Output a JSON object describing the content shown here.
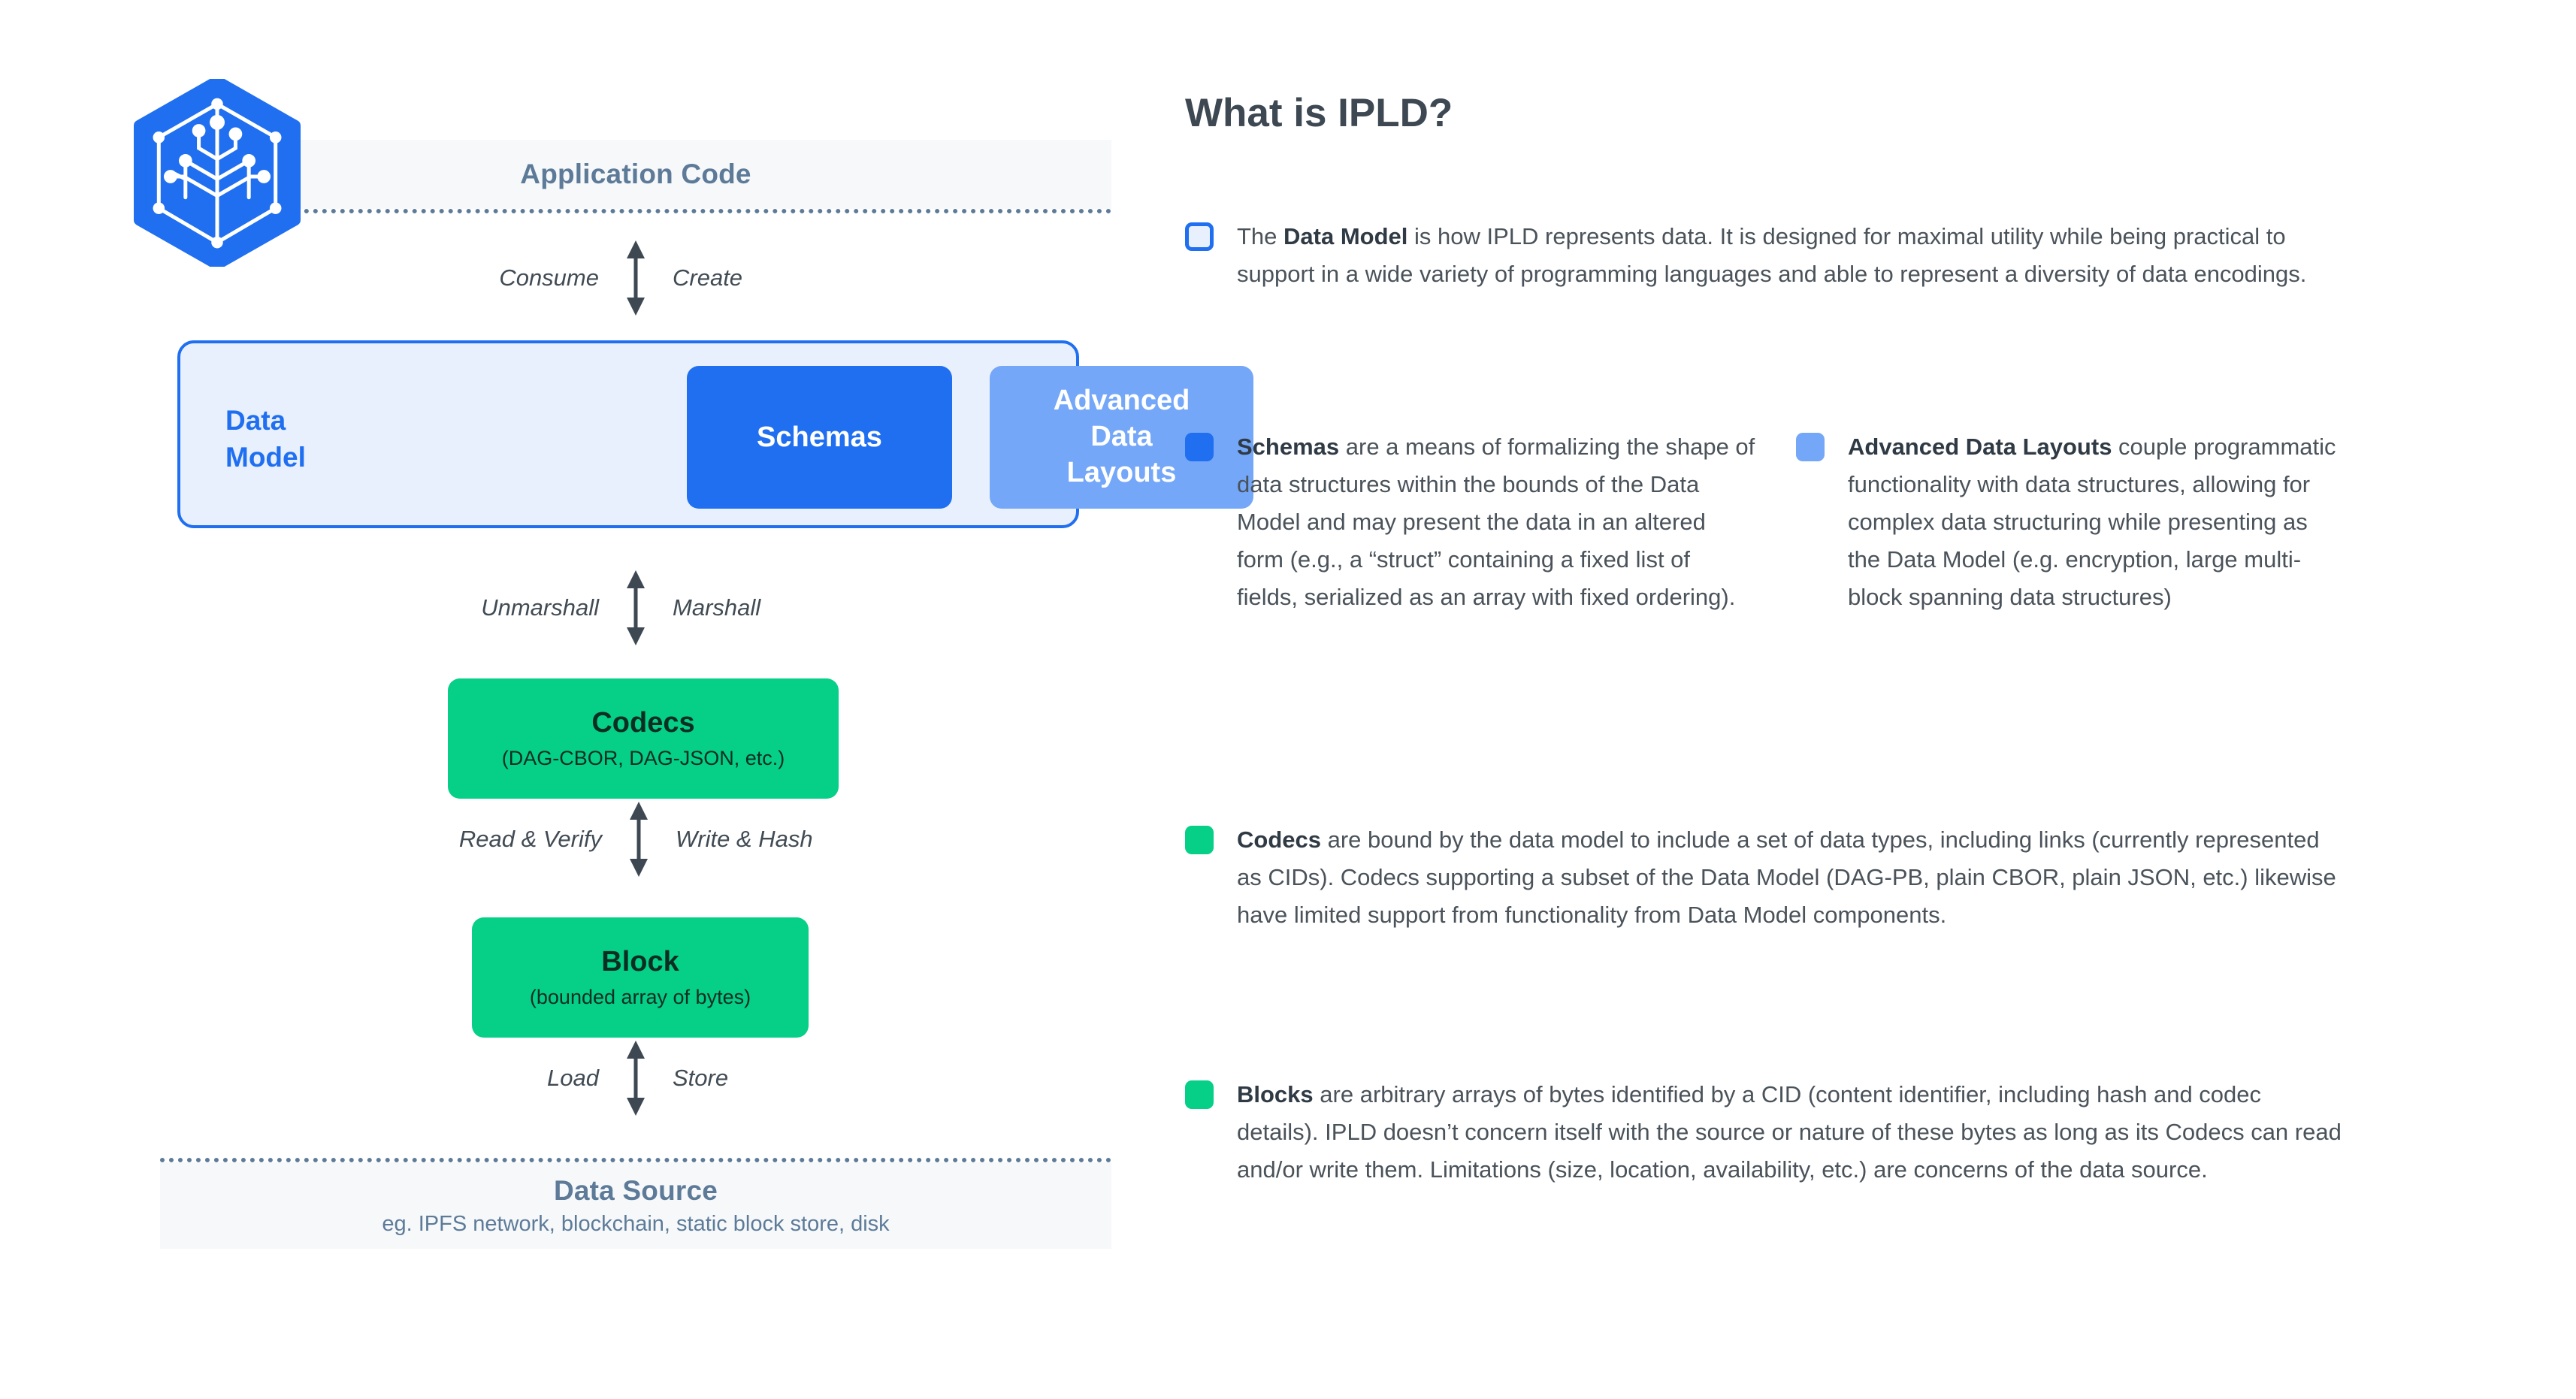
{
  "diagram": {
    "application_band": {
      "title": "Application Code"
    },
    "arrows": [
      {
        "left_label": "Consume",
        "right_label": "Create"
      },
      {
        "left_label": "Unmarshall",
        "right_label": "Marshall"
      },
      {
        "left_label": "Read & Verify",
        "right_label": "Write & Hash"
      },
      {
        "left_label": "Load",
        "right_label": "Store"
      }
    ],
    "data_model": {
      "label": "Data\nModel",
      "label_line1": "Data",
      "label_line2": "Model",
      "schemas": "Schemas",
      "advanced_data_layouts": "Advanced\nData\nLayouts",
      "adl_line1": "Advanced",
      "adl_line2": "Data",
      "adl_line3": "Layouts"
    },
    "codecs": {
      "title": "Codecs",
      "subtitle": "(DAG-CBOR, DAG-JSON, etc.)"
    },
    "block": {
      "title": "Block",
      "subtitle": "(bounded array of bytes)"
    },
    "data_source": {
      "title": "Data Source",
      "subtitle": "eg. IPFS network, blockchain, static block store, disk"
    },
    "logo": {
      "name": "ipld-logo"
    }
  },
  "panel": {
    "title": "What is IPLD?",
    "entries": {
      "data_model": {
        "term": "Data Model",
        "lead": "The ",
        "body": " is how IPLD represents data. It is designed for maximal utility while being practical to support in a wide variety of programming  languages and able to represent a diversity of data encodings.",
        "swatch": "data-model-swatch"
      },
      "schemas": {
        "term": "Schemas",
        "body": " are a means of formalizing the shape of data structures within the bounds of the Data Model and may present the data in an altered form (e.g., a “struct” containing a fixed list of fields, serialized as an array with fixed ordering).",
        "swatch": "schemas-swatch"
      },
      "advanced_data_layouts": {
        "term": "Advanced Data Layouts",
        "body": " couple programmatic functionality with data structures, allowing for complex data structuring while presenting as the Data Model (e.g. encryption, large multi-block spanning data structures)",
        "swatch": "advanced-data-layouts-swatch"
      },
      "codecs": {
        "term": "Codecs",
        "body": " are bound by the data model to include a set of data types, including  links (currently represented as CIDs). Codecs supporting a subset of the Data Model (DAG-PB, plain CBOR, plain JSON, etc.) likewise have limited support from functionality from Data Model components.",
        "swatch": "codecs-swatch"
      },
      "blocks": {
        "term": "Blocks",
        "body": " are arbitrary arrays of bytes identified by a CID (content identifier, including hash and codec details). IPLD doesn’t concern itself with the source or nature of these bytes as long as its Codecs can read and/or write them. Limitations (size, location, availability, etc.) are concerns of the data source.",
        "swatch": "blocks-swatch"
      }
    }
  },
  "colors": {
    "brand_blue": "#1f6ff0",
    "light_blue": "#74a7f8",
    "pale_blue": "#e9f0fd",
    "green": "#06cf87",
    "slate": "#5d7b98",
    "band_gray": "#f6f8fa",
    "text_gray": "#4a525a",
    "heading_gray": "#3d4852"
  }
}
